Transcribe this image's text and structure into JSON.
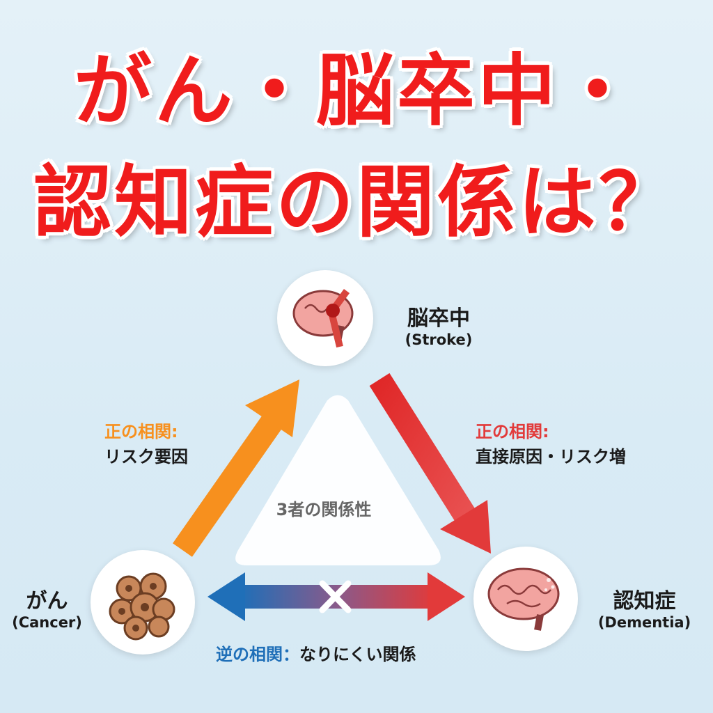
{
  "title": {
    "line1": "がん・脳卒中・",
    "line2": "認知症の関係は？"
  },
  "center_label": "3者の関係性",
  "nodes": {
    "stroke": {
      "jp": "脳卒中",
      "en": "(Stroke)",
      "icon": "brain-with-blood-vessel-icon"
    },
    "cancer": {
      "jp": "がん",
      "en": "(Cancer)",
      "icon": "cancer-cell-cluster-icon"
    },
    "dementia": {
      "jp": "認知症",
      "en": "(Dementia)",
      "icon": "brain-icon"
    }
  },
  "relations": {
    "cancer_to_stroke": {
      "type": "正の相関:",
      "desc": "リスク要因",
      "color": "#f7901e"
    },
    "stroke_to_dementia": {
      "type": "正の相関:",
      "desc": "直接原因・リスク増",
      "color": "#e23a3a"
    },
    "cancer_dementia": {
      "type": "逆の相関：",
      "desc": "なりにくい関係",
      "color_left": "#1f6fb8",
      "color_right": "#e23a3a"
    }
  },
  "colors": {
    "title": "#f01c1c",
    "background": "#dcecf5"
  }
}
